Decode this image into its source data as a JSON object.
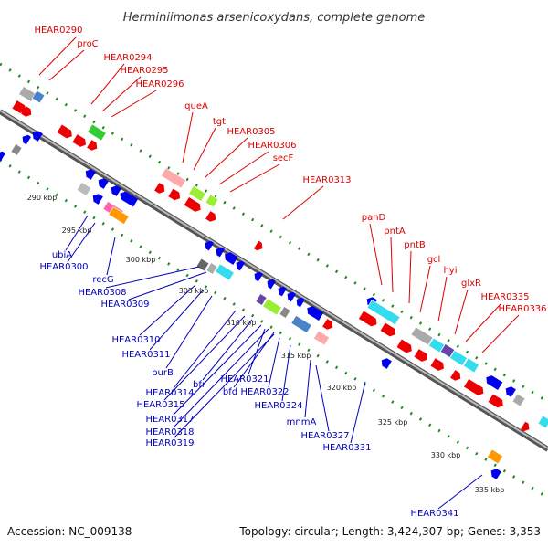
{
  "title": "Herminiimonas arsenicoxydans, complete genome",
  "footer": {
    "accession": "Accession: NC_009138",
    "topology": "Topology: circular; Length: 3,424,307 bp; Genes: 3,353"
  },
  "colors": {
    "forward_label": "#dd0000",
    "reverse_label": "#0000bb",
    "backbone": "#888888",
    "ruler_dots": "#228822"
  },
  "scale_labels": [
    "290 kbp",
    "295 kbp",
    "300 kbp",
    "305 kbp",
    "310 kbp",
    "315 kbp",
    "320 kbp",
    "325 kbp",
    "330 kbp",
    "335 kbp"
  ],
  "forward_labels": [
    "HEAR0290",
    "proC",
    "HEAR0294",
    "HEAR0295",
    "HEAR0296",
    "queA",
    "tgt",
    "HEAR0305",
    "HEAR0306",
    "secF",
    "HEAR0313",
    "panD",
    "pntA",
    "pntB",
    "gcl",
    "hyi",
    "glxR",
    "HEAR0335",
    "HEAR0336"
  ],
  "reverse_labels": [
    "ubiA",
    "HEAR0300",
    "recG",
    "HEAR0308",
    "HEAR0309",
    "HEAR0310",
    "HEAR0311",
    "purB",
    "HEAR0314",
    "HEAR0315",
    "bfr",
    "HEAR0321",
    "bfd",
    "HEAR0322",
    "HEAR0317",
    "HEAR0318",
    "HEAR0319",
    "HEAR0324",
    "mnmA",
    "HEAR0327",
    "HEAR0331",
    "HEAR0341"
  ]
}
